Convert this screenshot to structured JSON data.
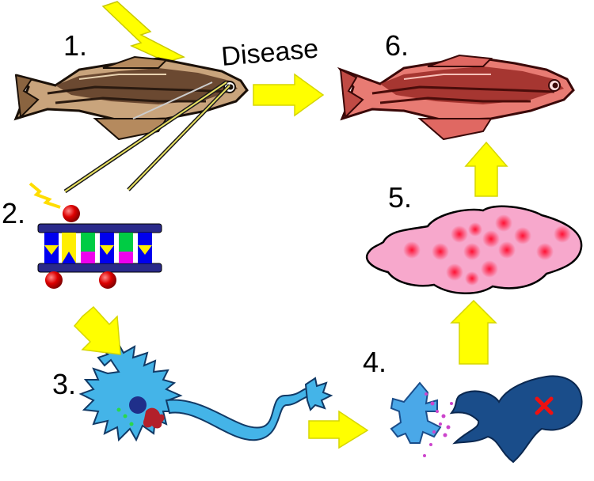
{
  "diagram": {
    "title_word": "Disease",
    "steps": [
      {
        "id": "1",
        "label": "1."
      },
      {
        "id": "2",
        "label": "2."
      },
      {
        "id": "3",
        "label": "3."
      },
      {
        "id": "4",
        "label": "4."
      },
      {
        "id": "5",
        "label": "5."
      },
      {
        "id": "6",
        "label": "6."
      }
    ]
  },
  "colors": {
    "arrow": "#ffff00",
    "arrow_outline": "#d6d600",
    "healthy_fish": "#b58a5e",
    "diseased_fish": "#e0605c",
    "neuron": "#44b4e8",
    "neuron_dark": "#1a4d8a",
    "brain": "#f7a8cc",
    "lesion": "#ff2244",
    "dna_rail": "#2a2a8a",
    "mutation_ball": "#cc0000",
    "x_mark": "#ee1111"
  },
  "icons": [
    "lightning-bolt-icon",
    "healthy-zebrafish-icon",
    "diseased-zebrafish-icon",
    "dna-ladder-icon",
    "neuron-icon",
    "synapse-icon",
    "brain-icon",
    "arrow-icon"
  ]
}
